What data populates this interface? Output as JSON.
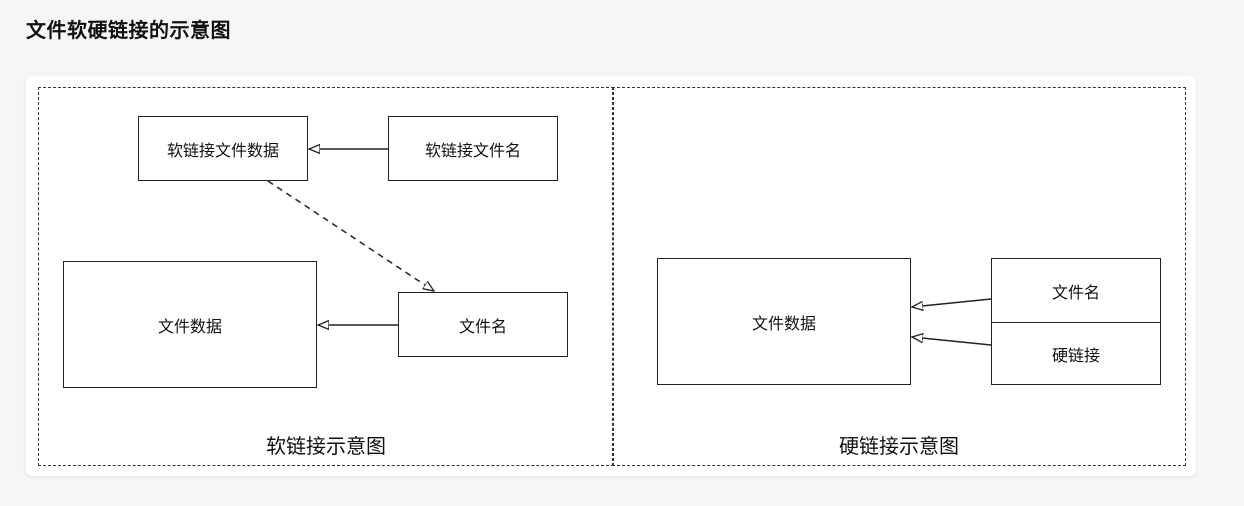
{
  "page": {
    "title": "文件软硬链接的示意图"
  },
  "soft_link": {
    "caption": "软链接示意图",
    "nodes": {
      "soft_link_data": "软链接文件数据",
      "soft_link_name": "软链接文件名",
      "file_data": "文件数据",
      "file_name": "文件名"
    }
  },
  "hard_link": {
    "caption": "硬链接示意图",
    "nodes": {
      "file_data": "文件数据",
      "file_name": "文件名",
      "hard_link": "硬链接"
    }
  },
  "colors": {
    "stroke": "#222222",
    "background": "#f6f6f5",
    "card": "#ffffff"
  }
}
